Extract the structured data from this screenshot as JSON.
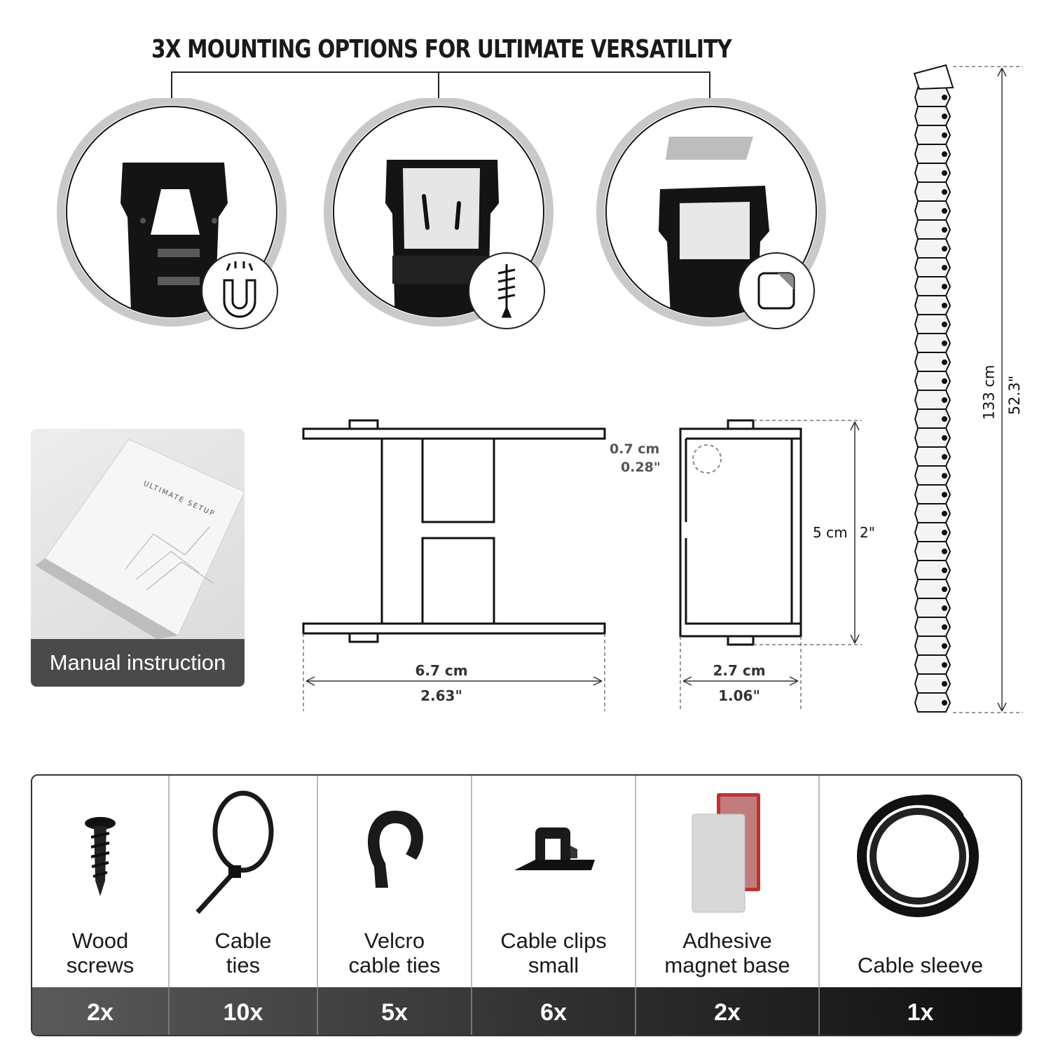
{
  "headline": "3X MOUNTING OPTIONS FOR ULTIMATE VERSATILITY",
  "mounting_options": [
    {
      "icon": "magnet-icon"
    },
    {
      "icon": "screw-icon"
    },
    {
      "icon": "adhesive-pad-icon"
    }
  ],
  "manual": {
    "label": "Manual instruction",
    "booklet_brand": "ULTIMATE SETUP"
  },
  "dimensions": {
    "front_width_cm": "6.7 cm",
    "front_width_in": "2.63\"",
    "side_width_cm": "2.7 cm",
    "side_width_in": "1.06\"",
    "height_cm": "5 cm",
    "height_in": "2\"",
    "hole_cm": "0.7 cm",
    "hole_in": "0.28\"",
    "chain_length_cm": "133 cm",
    "chain_length_in": "52.3\""
  },
  "kit": [
    {
      "name_line1": "Wood",
      "name_line2": "screws",
      "qty": "2x",
      "icon": "wood-screw-icon"
    },
    {
      "name_line1": "Cable",
      "name_line2": "ties",
      "qty": "10x",
      "icon": "cable-tie-icon"
    },
    {
      "name_line1": "Velcro",
      "name_line2": "cable ties",
      "qty": "5x",
      "icon": "velcro-tie-icon"
    },
    {
      "name_line1": "Cable clips",
      "name_line2": "small",
      "qty": "6x",
      "icon": "cable-clip-icon"
    },
    {
      "name_line1": "Adhesive",
      "name_line2": "magnet base",
      "qty": "2x",
      "icon": "magnet-base-icon"
    },
    {
      "name_line1": "",
      "name_line2": "Cable sleeve",
      "qty": "1x",
      "icon": "cable-sleeve-icon"
    }
  ]
}
